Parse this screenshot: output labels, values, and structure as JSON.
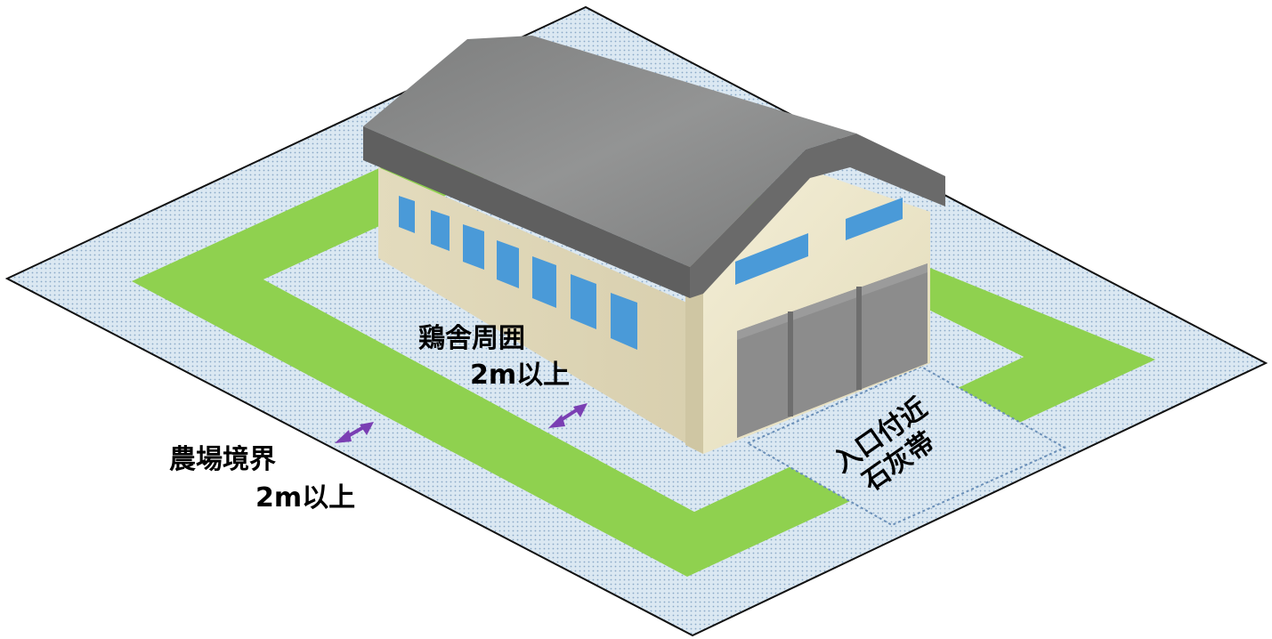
{
  "labels": {
    "henhouse_surroundings": "鶏舎周囲",
    "henhouse_distance": "2m以上",
    "farm_boundary": "農場境界",
    "farm_distance": "2m以上",
    "entrance_line1": "入口付近",
    "entrance_line2": "石灰帯"
  },
  "colors": {
    "lime_zone_fill": "#dbe8f2",
    "lime_zone_dots": "#8aa9c8",
    "grass": "#8fd14f",
    "roof_light": "#8a8b8b",
    "roof_dark": "#5f5f5f",
    "wall": "#e8e0c2",
    "wall_end": "#f2ecd2",
    "window": "#4a9ad8",
    "door": "#8c8c8c",
    "arrow": "#7a3fb3"
  },
  "icons": [
    "double-arrow-icon",
    "double-arrow-icon"
  ]
}
